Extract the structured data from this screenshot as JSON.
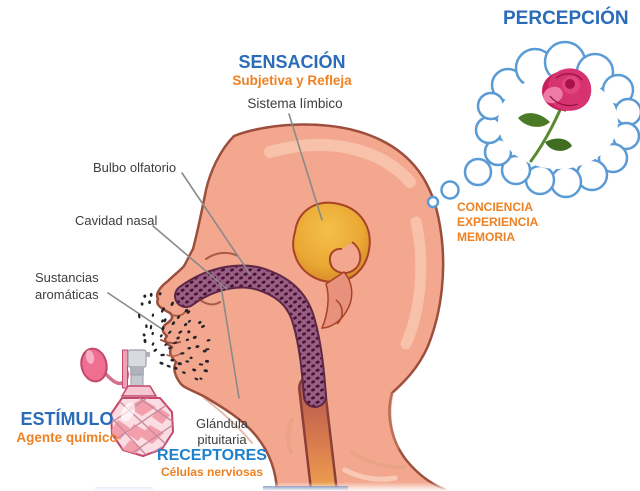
{
  "palette": {
    "title_blue": "#2a6cb8",
    "receptors_blue": "#2080cc",
    "accent_orange": "#ee8122",
    "label_dark": "#3d3d3d",
    "skin": "#f3a78f",
    "skin_outline": "#9c4f3c",
    "band_purple": "#9a5e84",
    "band_dots": "#451233",
    "limbic_yellow": "#eeac33",
    "cloud_blue": "#5b9bd5",
    "rose_pink": "#d63370",
    "bottle_pink": "#f29aa8",
    "spray_dot": "#23232b"
  },
  "stages": {
    "perception": {
      "title": "PERCEPCIÓN"
    },
    "sensation": {
      "title": "SENSACIÓN",
      "subtitle": "Subjetiva y Refleja"
    },
    "stimulus": {
      "title": "ESTÍMULO",
      "subtitle": "Agente químico"
    },
    "receptors": {
      "title": "RECEPTORES",
      "subtitle": "Células nerviosas"
    }
  },
  "anatomy_labels": {
    "limbic_system": "Sistema límbico",
    "olfactory_bulb": "Bulbo olfatorio",
    "nasal_cavity": "Cavidad nasal",
    "aromatic_substances": {
      "line1": "Sustancias",
      "line2": "aromáticas"
    },
    "pituitary_gland": {
      "line1": "Glándula",
      "line2": "pituitaria"
    }
  },
  "perception_concepts": {
    "line1": "CONCIENCIA",
    "line2": "EXPERIENCIA",
    "line3": "MEMORIA"
  },
  "illustrations": {
    "head": "human-head-profile",
    "thought_bubble": "rose-thought-bubble",
    "perfume": "perfume-atomizer-bottle",
    "spray": "aromatic-spray-particles"
  }
}
